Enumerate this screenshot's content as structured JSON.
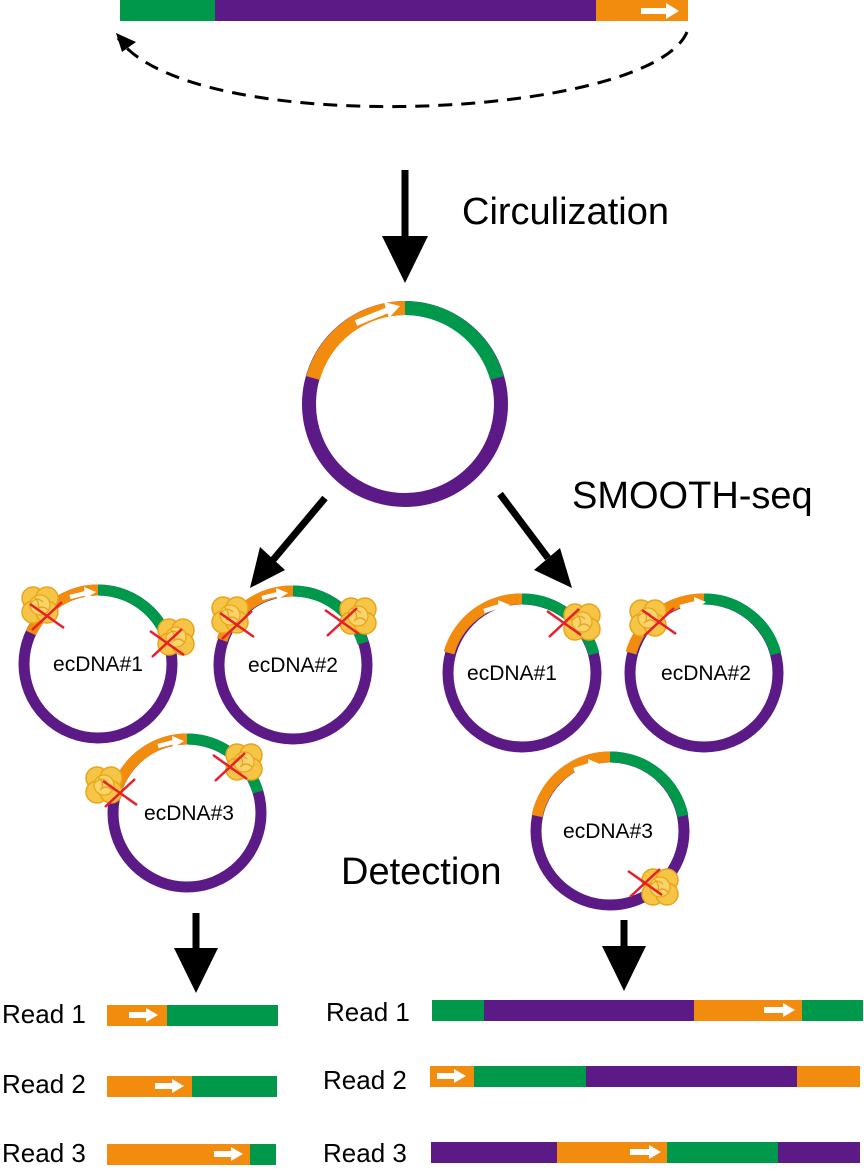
{
  "colors": {
    "green": "#00994c",
    "purple": "#5b1a86",
    "orange": "#f28c0f",
    "arrow_white": "#ffffff",
    "cut_red": "#e6202a",
    "enzyme_yellow": "#f6c545",
    "ink": "#000000"
  },
  "icons": {
    "enzyme": "enzyme-icon",
    "cut": "cut-mark-icon",
    "direction": "direction-arrow-icon"
  },
  "steps": {
    "circulization": "Circulization",
    "smooth_seq": "SMOOTH-seq",
    "detection": "Detection"
  },
  "circles": {
    "left": [
      "ecDNA#1",
      "ecDNA#2",
      "ecDNA#3"
    ],
    "right": [
      "ecDNA#1",
      "ecDNA#2",
      "ecDNA#3"
    ]
  },
  "reads": {
    "left": [
      "Read 1",
      "Read 2",
      "Read 3"
    ],
    "right": [
      "Read 1",
      "Read 2",
      "Read 3"
    ]
  }
}
